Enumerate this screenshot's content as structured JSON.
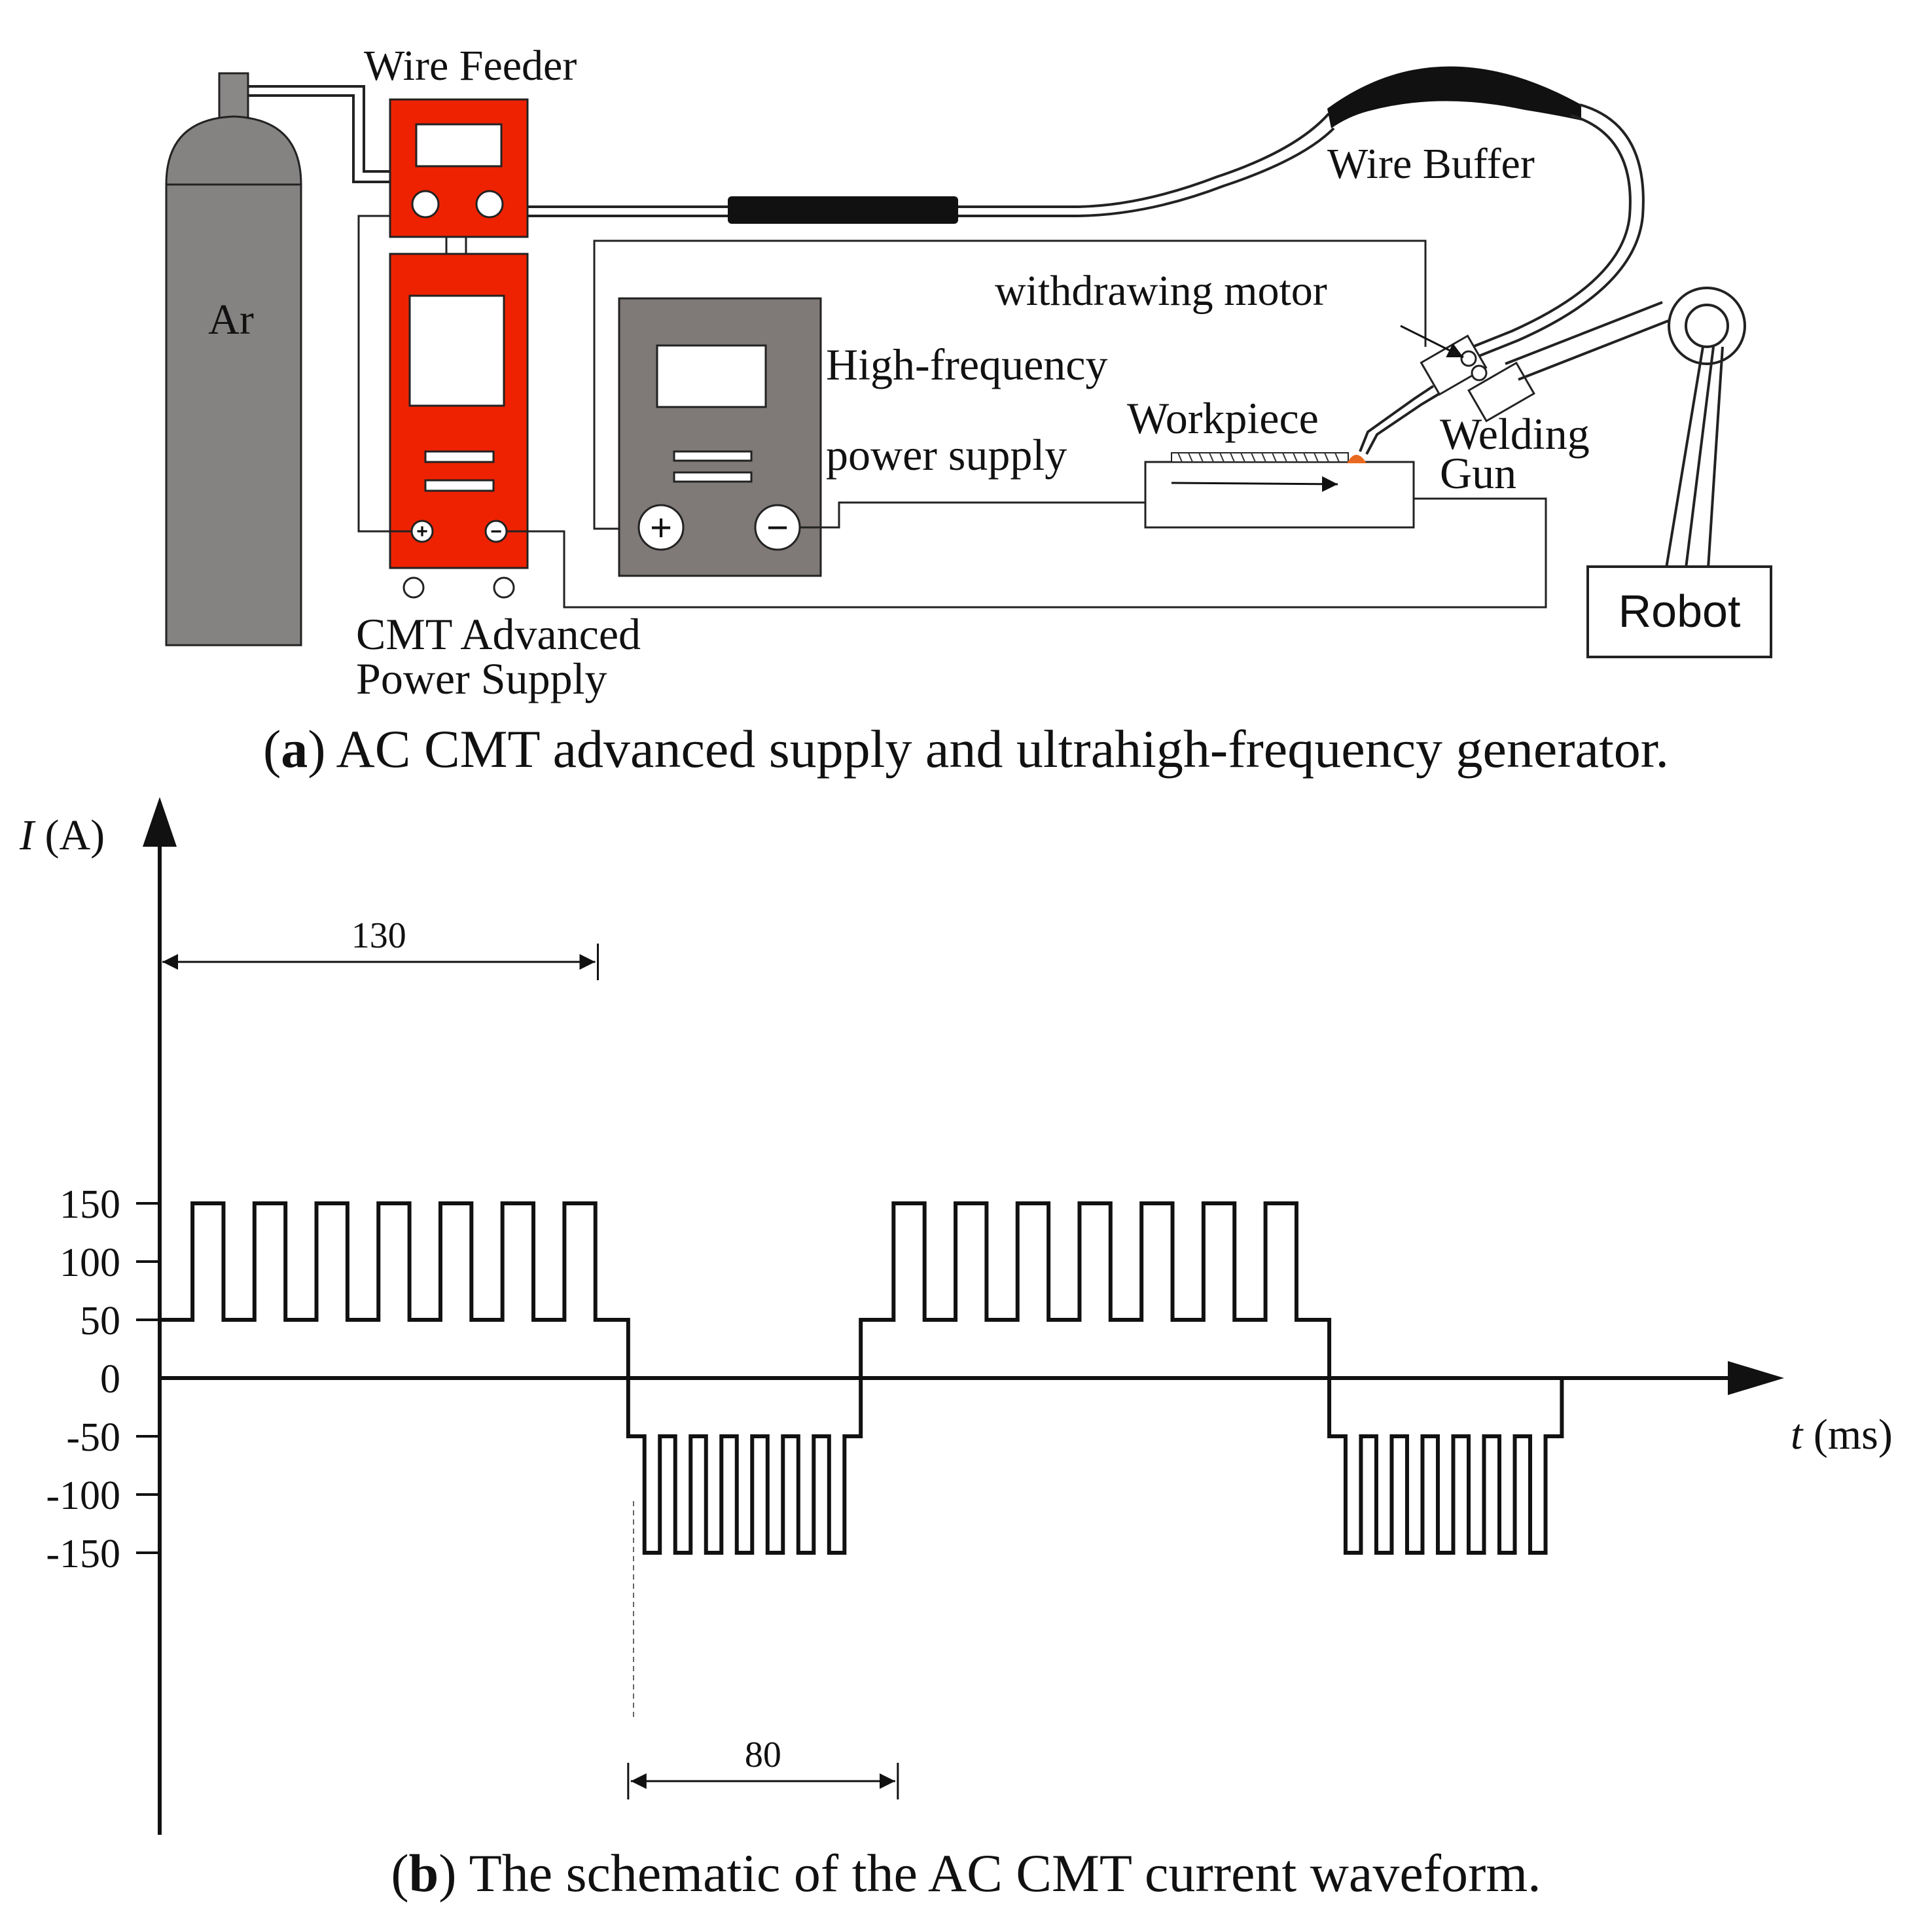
{
  "diagram": {
    "labels": {
      "cylinder": "Ar",
      "wire_feeder": "Wire Feeder",
      "wire_buffer": "Wire Buffer",
      "withdrawing_motor": "withdrawing motor",
      "hf_supply_line1": "High-frequency",
      "hf_supply_line2": "power supply",
      "workpiece": "Workpiece",
      "welding_gun_line1": "Welding",
      "welding_gun_line2": "Gun",
      "robot": "Robot",
      "cmt_supply_line1": "CMT Advanced",
      "cmt_supply_line2": "Power Supply",
      "plus": "+",
      "minus": "−"
    },
    "colors": {
      "supply_red": "#ee2200",
      "hf_gray": "#7f7977",
      "cylinder_gray": "#858282",
      "hose_black": "#111111",
      "arc_orange": "#e8691f"
    }
  },
  "captions": {
    "a_letter": "a",
    "a_text": " AC CMT advanced supply and ultrahigh-frequency generator.",
    "b_letter": "b",
    "b_text": " The schematic of the AC CMT current waveform."
  },
  "chart_data": {
    "type": "line",
    "ylabel_italic": "I",
    "ylabel_unit": " (A)",
    "xlabel_italic": "t",
    "xlabel_unit": " (ms)",
    "yticks": [
      150,
      100,
      50,
      0,
      -50,
      -100,
      -150
    ],
    "ytick_labels": [
      "150",
      "100",
      "50",
      "0",
      "-50",
      "-100",
      "-150"
    ],
    "annotations": [
      {
        "text": "130",
        "from_ms": 0,
        "to_ms": 130
      },
      {
        "text": "80",
        "from_ms": 139,
        "to_ms": 219
      }
    ],
    "periods": [
      {
        "polarity": "positive",
        "base": 50,
        "peak": 150,
        "start_ms": 0,
        "end_ms": 139,
        "pulses": 7
      },
      {
        "polarity": "negative",
        "base": -50,
        "peak": -150,
        "start_ms": 139,
        "end_ms": 208,
        "pulses": 7
      },
      {
        "polarity": "positive",
        "base": 50,
        "peak": 150,
        "start_ms": 208,
        "end_ms": 347,
        "pulses": 7
      },
      {
        "polarity": "negative",
        "base": -50,
        "peak": -150,
        "start_ms": 347,
        "end_ms": 416,
        "pulses": 7
      }
    ]
  }
}
